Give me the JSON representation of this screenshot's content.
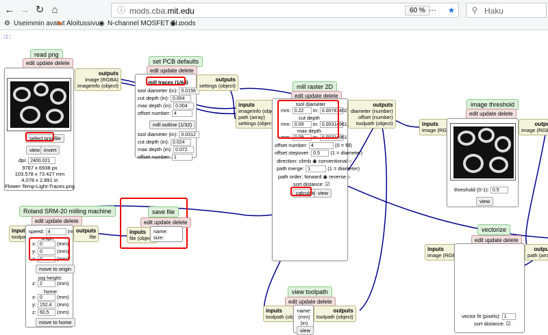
{
  "browser": {
    "url_prefix": "mods.cba.",
    "url_domain": "mit.edu",
    "zoom": "60 %",
    "search_placeholder": "Haku"
  },
  "bookmarks": [
    "Useimmin avatut",
    "Aloitussivu",
    "N-channel MOSFET SI...",
    "mods"
  ],
  "read_png": {
    "title": "read png",
    "actions": "edit update delete",
    "outputs": [
      "image (RGBA)",
      "imageInfo (object)"
    ],
    "button": "select png file",
    "view": "view",
    "invert": "invert",
    "dpi_label": "dpi:",
    "dpi": "2400.021",
    "size_px": "9787 x 6938 px",
    "size_mm": "103.578 x 73.427 mm",
    "size_in": "4.078 x 2.891 in",
    "filename": "Flower-Temp-Light-Traces.png"
  },
  "pcb": {
    "title": "set PCB defaults",
    "actions": "edit update delete",
    "preset": "mill traces (1/64)",
    "outputs": [
      "settings (object)"
    ],
    "button": "mill outline (1/32)",
    "rows1": [
      {
        "label": "tool diameter (in):",
        "value": "0.0156"
      },
      {
        "label": "cut depth (in):",
        "value": "0.004"
      },
      {
        "label": "max depth (in):",
        "value": "0.004"
      },
      {
        "label": "offset number:",
        "value": "4"
      }
    ],
    "rows2": [
      {
        "label": "tool diameter (in):",
        "value": "0.0312"
      },
      {
        "label": "cut depth (in):",
        "value": "0.024"
      },
      {
        "label": "max depth (in):",
        "value": "0.072"
      },
      {
        "label": "offset number:",
        "value": "1"
      }
    ]
  },
  "raster": {
    "title": "mill raster 2D",
    "actions": "edit update delete",
    "inputs": [
      "imageInfo (object)",
      "path (array)",
      "settings (object)"
    ],
    "outputs": [
      "diameter (number)",
      "offset (number)",
      "toolpath (object)"
    ],
    "tool_label": "tool diameter",
    "tool_mm": "0.22",
    "tool_in": "0.00787402",
    "depth_label": "cut depth",
    "depth_mm": "0.09",
    "depth_in": "0.00314961",
    "max_label": "max depth",
    "max_mm": "0.09",
    "max_in": "0.00314961",
    "mm": "mm:",
    "in": "in:",
    "offset_label": "offset number:",
    "offset": "4",
    "offset_note": "(0 = fill)",
    "stepover_label": "offset stepover:",
    "stepover": "0.5",
    "stepover_note": "(1 = diameter)",
    "direction": "direction: climb",
    "conventional": "conventional",
    "merge_label": "path merge:",
    "merge": "1",
    "merge_note": "(1 = diameter)",
    "order": "path order: forward",
    "reverse": "reverse",
    "sort": "sort distance:",
    "calculate": "calculate",
    "view": "view"
  },
  "threshold": {
    "title": "image threshold",
    "actions": "edit update delete",
    "inputs": [
      "image (RGBA)"
    ],
    "outputs": [
      "image (RGBA)"
    ],
    "label": "threshold (0-1):",
    "value": "0.5",
    "view": "view"
  },
  "roland": {
    "title": "Roland SRM-20 milling machine",
    "actions": "edit update delete",
    "inputs": [
      "toolpath"
    ],
    "outputs": [
      "file"
    ],
    "speed_label": "speed:",
    "speed": "4",
    "speed_unit": "(mm/s)",
    "origin": "origin",
    "x": "0",
    "y": "0",
    "z": "0",
    "unit": "(mm)",
    "move_origin": "move to origin",
    "jog_label": "jog height:",
    "jog": "2",
    "home": "home:",
    "hx": "0",
    "hy": "152.4",
    "hz": "60.5",
    "move_home": "move to home"
  },
  "save": {
    "title": "save file",
    "actions": "edit update delete",
    "inputs": [
      "file (object)"
    ],
    "name": "name:",
    "size": "size:"
  },
  "vectorize": {
    "title": "vectorize",
    "actions": "edit update delete",
    "inputs": [
      "image (RGBA)"
    ],
    "outputs": [
      "path (array)"
    ],
    "fit_label": "vector fit (pixels):",
    "fit": "1",
    "sort": "sort distance:"
  },
  "view_tp": {
    "title": "view toolpath",
    "actions": "edit update delete",
    "inputs": [
      "toolpath (object)"
    ],
    "outputs": [
      "toolpath (object)"
    ],
    "name": "name:",
    "mm": "(mm)",
    "in": "(in)",
    "view": "view"
  },
  "labels": {
    "inputs": "inputs",
    "outputs": "outputs",
    "x": "x:",
    "y": "y:",
    "z": "z:"
  }
}
